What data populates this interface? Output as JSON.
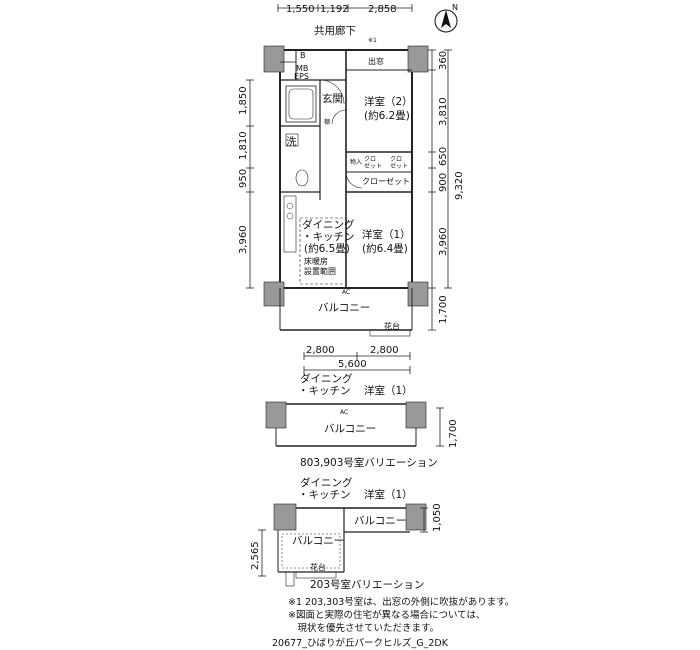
{
  "corridor": "共用廊下",
  "note_mark": "※1",
  "dims_top": [
    "1,550",
    "1,192",
    "2,858"
  ],
  "dims_left": [
    "1,850",
    "1,810",
    "950",
    "3,960"
  ],
  "dims_right": [
    "360",
    "3,810",
    "650",
    "900",
    "9,320",
    "3,960",
    "1,700"
  ],
  "rooms": {
    "b": "B",
    "mb": "MB",
    "eps": "EPS",
    "demado": "出窓",
    "genkan": "玄関",
    "tana": "棚",
    "yoshitsu2": "洋室（2）",
    "yoshitsu2_size": "(約6.2畳)",
    "sen": "洗",
    "furo": "物入",
    "closet_a": "クロ",
    "closet_a2": "ゼット",
    "closet_b": "クロ",
    "closet_b2": "ゼット",
    "closet": "クローゼット",
    "dk1": "ダイニング",
    "dk2": "・キッチン",
    "dk_size": "(約6.5畳)",
    "yoshitsu1": "洋室（1）",
    "yoshitsu1_size": "(約6.4畳)",
    "floor_heat1": "床暖房",
    "floor_heat2": "設置範囲",
    "ac": "AC",
    "balcony": "バルコニー",
    "kadai": "花台"
  },
  "var1": {
    "dims": [
      "2,800",
      "2,800",
      "5,600"
    ],
    "dk1": "ダイニング",
    "dk2": "・キッチン",
    "yoshitsu": "洋室（1）",
    "ac": "AC",
    "balcony": "バルコニー",
    "dim_right": "1,700",
    "caption": "803,903号室バリエーション"
  },
  "var2": {
    "dk1": "ダイニング",
    "dk2": "・キッチン",
    "yoshitsu": "洋室（1）",
    "balcony_a": "バルコニー",
    "balcony_b": "バルコニー",
    "kadai": "花台",
    "dim_left": "2,565",
    "dim_right": "1,050",
    "caption": "203号室バリエーション"
  },
  "notes": [
    "※1 203,303号室は、出窓の外側に吹抜があります。",
    "※図面と実際の住宅が異なる場合については、",
    "　現状を優先させていただきます。"
  ],
  "footer": "20677_ひばりが丘パークヒルズ_G_2DK",
  "compass": "N"
}
